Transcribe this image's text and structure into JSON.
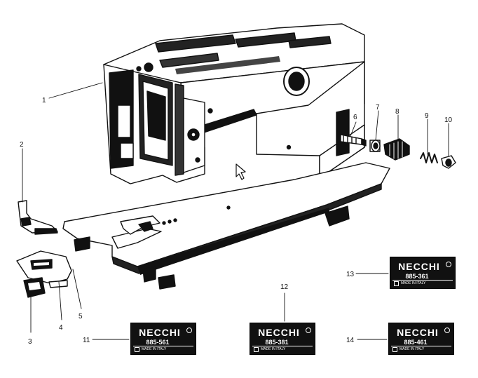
{
  "callouts": [
    "1",
    "2",
    "3",
    "4",
    "5",
    "6",
    "7",
    "8",
    "9",
    "10",
    "11",
    "12",
    "13",
    "14"
  ],
  "badges": [
    {
      "brand": "NECCHI",
      "code": "885-561",
      "footer": "MADE IN ITALY"
    },
    {
      "brand": "NECCHI",
      "code": "885-381",
      "footer": "MADE IN ITALY"
    },
    {
      "brand": "NECCHI",
      "code": "885-361",
      "footer": "MADE IN ITALY"
    },
    {
      "brand": "NECCHI",
      "code": "885-461",
      "footer": "MADE IN ITALY"
    }
  ]
}
